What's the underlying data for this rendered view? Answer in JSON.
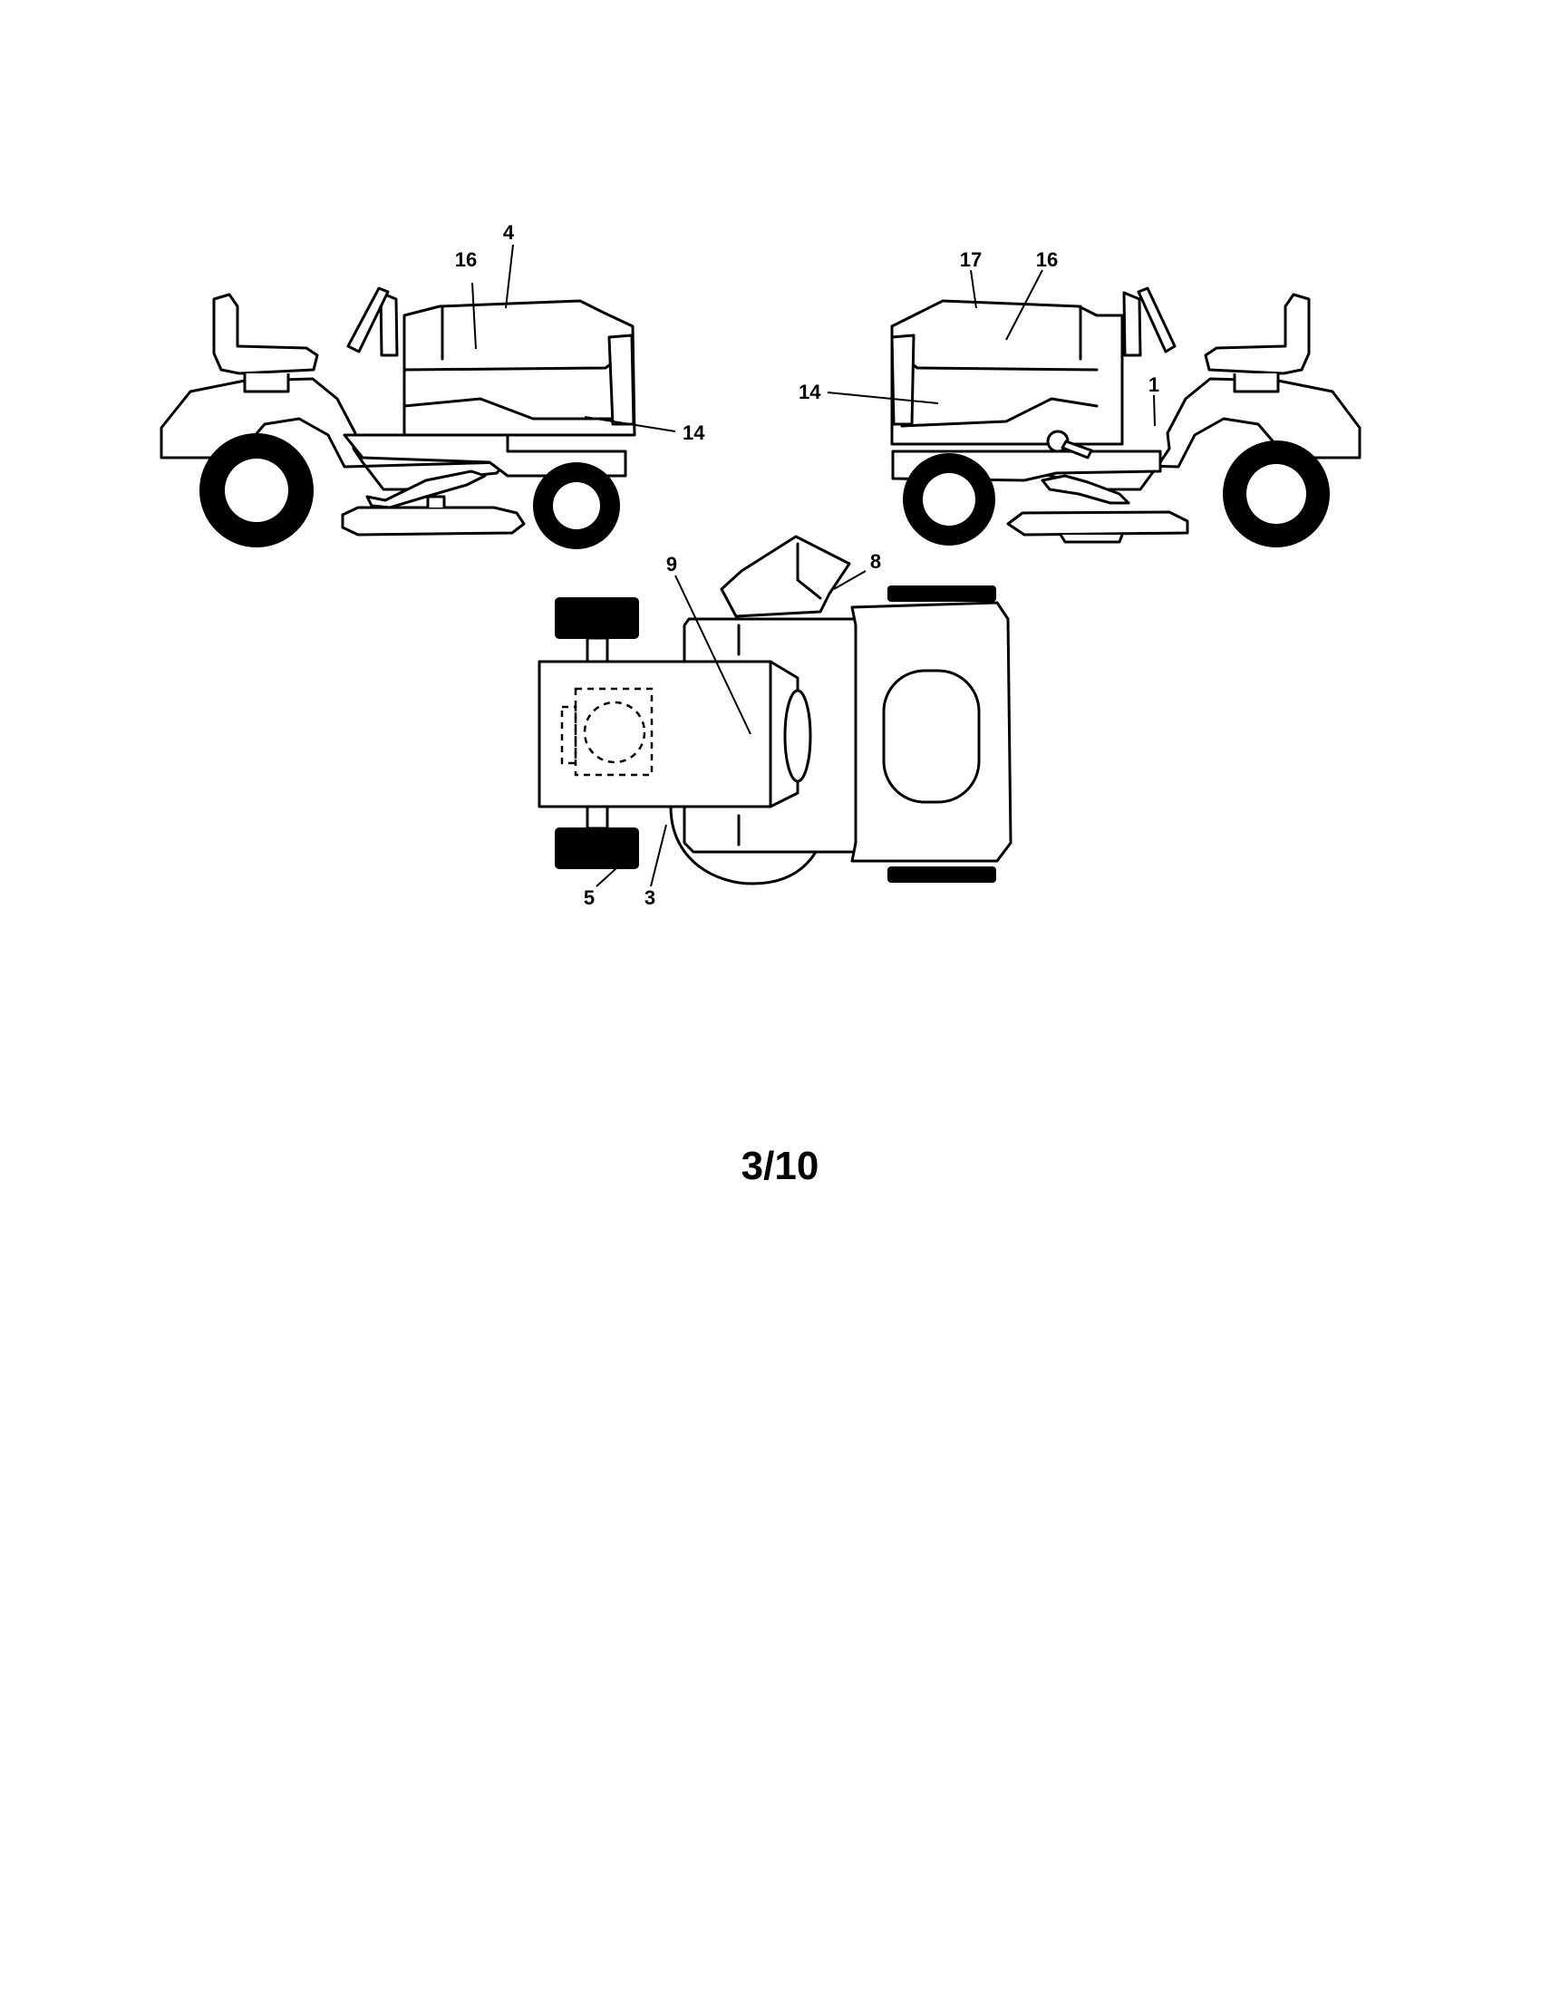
{
  "callouts": {
    "left_view": {
      "c4": "4",
      "c16": "16",
      "c14": "14"
    },
    "right_view": {
      "c17": "17",
      "c16": "16",
      "c14": "14",
      "c1": "1"
    },
    "top_view": {
      "c9": "9",
      "c8": "8",
      "c5": "5",
      "c3": "3"
    }
  },
  "page": {
    "number": "3/10"
  }
}
